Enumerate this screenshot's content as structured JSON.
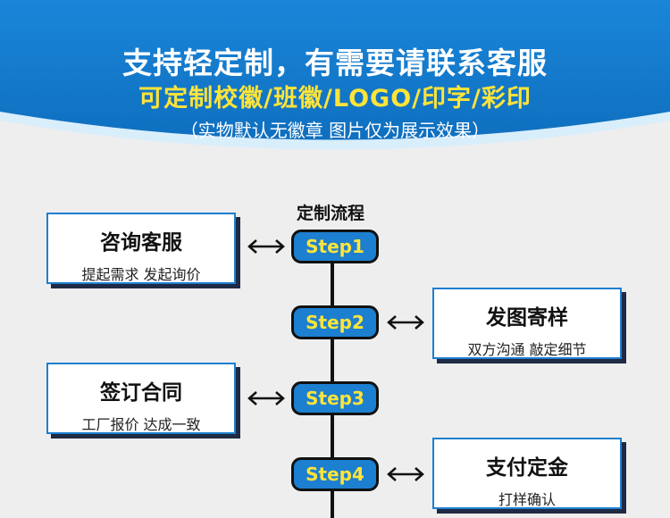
{
  "banner": {
    "title": "支持轻定制，有需要请联系客服",
    "subtitle": "可定制校徽/班徽/LOGO/印字/彩印",
    "note": "（实物默认无徽章 图片仅为展示效果）"
  },
  "flow": {
    "title": "定制流程",
    "steps": [
      {
        "label": "Step1",
        "box_title": "咨询客服",
        "box_desc": "提起需求 发起询价"
      },
      {
        "label": "Step2",
        "box_title": "发图寄样",
        "box_desc": "双方沟通 敲定细节"
      },
      {
        "label": "Step3",
        "box_title": "签订合同",
        "box_desc": "工厂报价 达成一致"
      },
      {
        "label": "Step4",
        "box_title": "支付定金",
        "box_desc": "打样确认"
      }
    ]
  },
  "colors": {
    "banner_blue": "#1d7fd0",
    "highlight_yellow": "#ffe43a",
    "background": "#eeeeee"
  }
}
